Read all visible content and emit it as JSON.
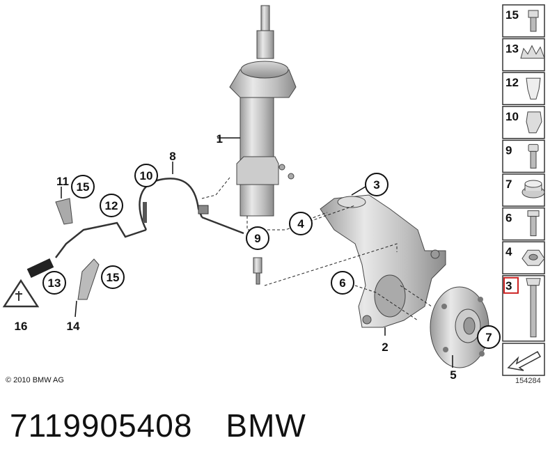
{
  "callouts": {
    "c1": "1",
    "c2": "2",
    "c3": "3",
    "c4": "4",
    "c5": "5",
    "c6": "6",
    "c7": "7",
    "c8": "8",
    "c9": "9",
    "c10": "10",
    "c11": "11",
    "c12": "12",
    "c13": "13",
    "c14": "14",
    "c15a": "15",
    "c15b": "15",
    "c16": "16"
  },
  "sidebar": {
    "items": [
      {
        "label": "15",
        "icon": "screw-icon",
        "highlighted": false
      },
      {
        "label": "13",
        "icon": "clip-bracket-icon",
        "highlighted": false
      },
      {
        "label": "12",
        "icon": "plastic-clip-icon",
        "highlighted": false
      },
      {
        "label": "10",
        "icon": "cable-holder-icon",
        "highlighted": false
      },
      {
        "label": "9",
        "icon": "hex-socket-screw-icon",
        "highlighted": false
      },
      {
        "label": "7",
        "icon": "collar-nut-icon",
        "highlighted": false
      },
      {
        "label": "6",
        "icon": "hex-bolt-icon",
        "highlighted": false
      },
      {
        "label": "4",
        "icon": "hex-nut-icon",
        "highlighted": false
      },
      {
        "label": "3",
        "icon": "long-hex-bolt-icon",
        "highlighted": true
      }
    ],
    "highlight_color": "#cc2222"
  },
  "copyright": "© 2010 BMW AG",
  "diagram_id": "154284",
  "part_number": "7119905408",
  "brand": "BMW"
}
